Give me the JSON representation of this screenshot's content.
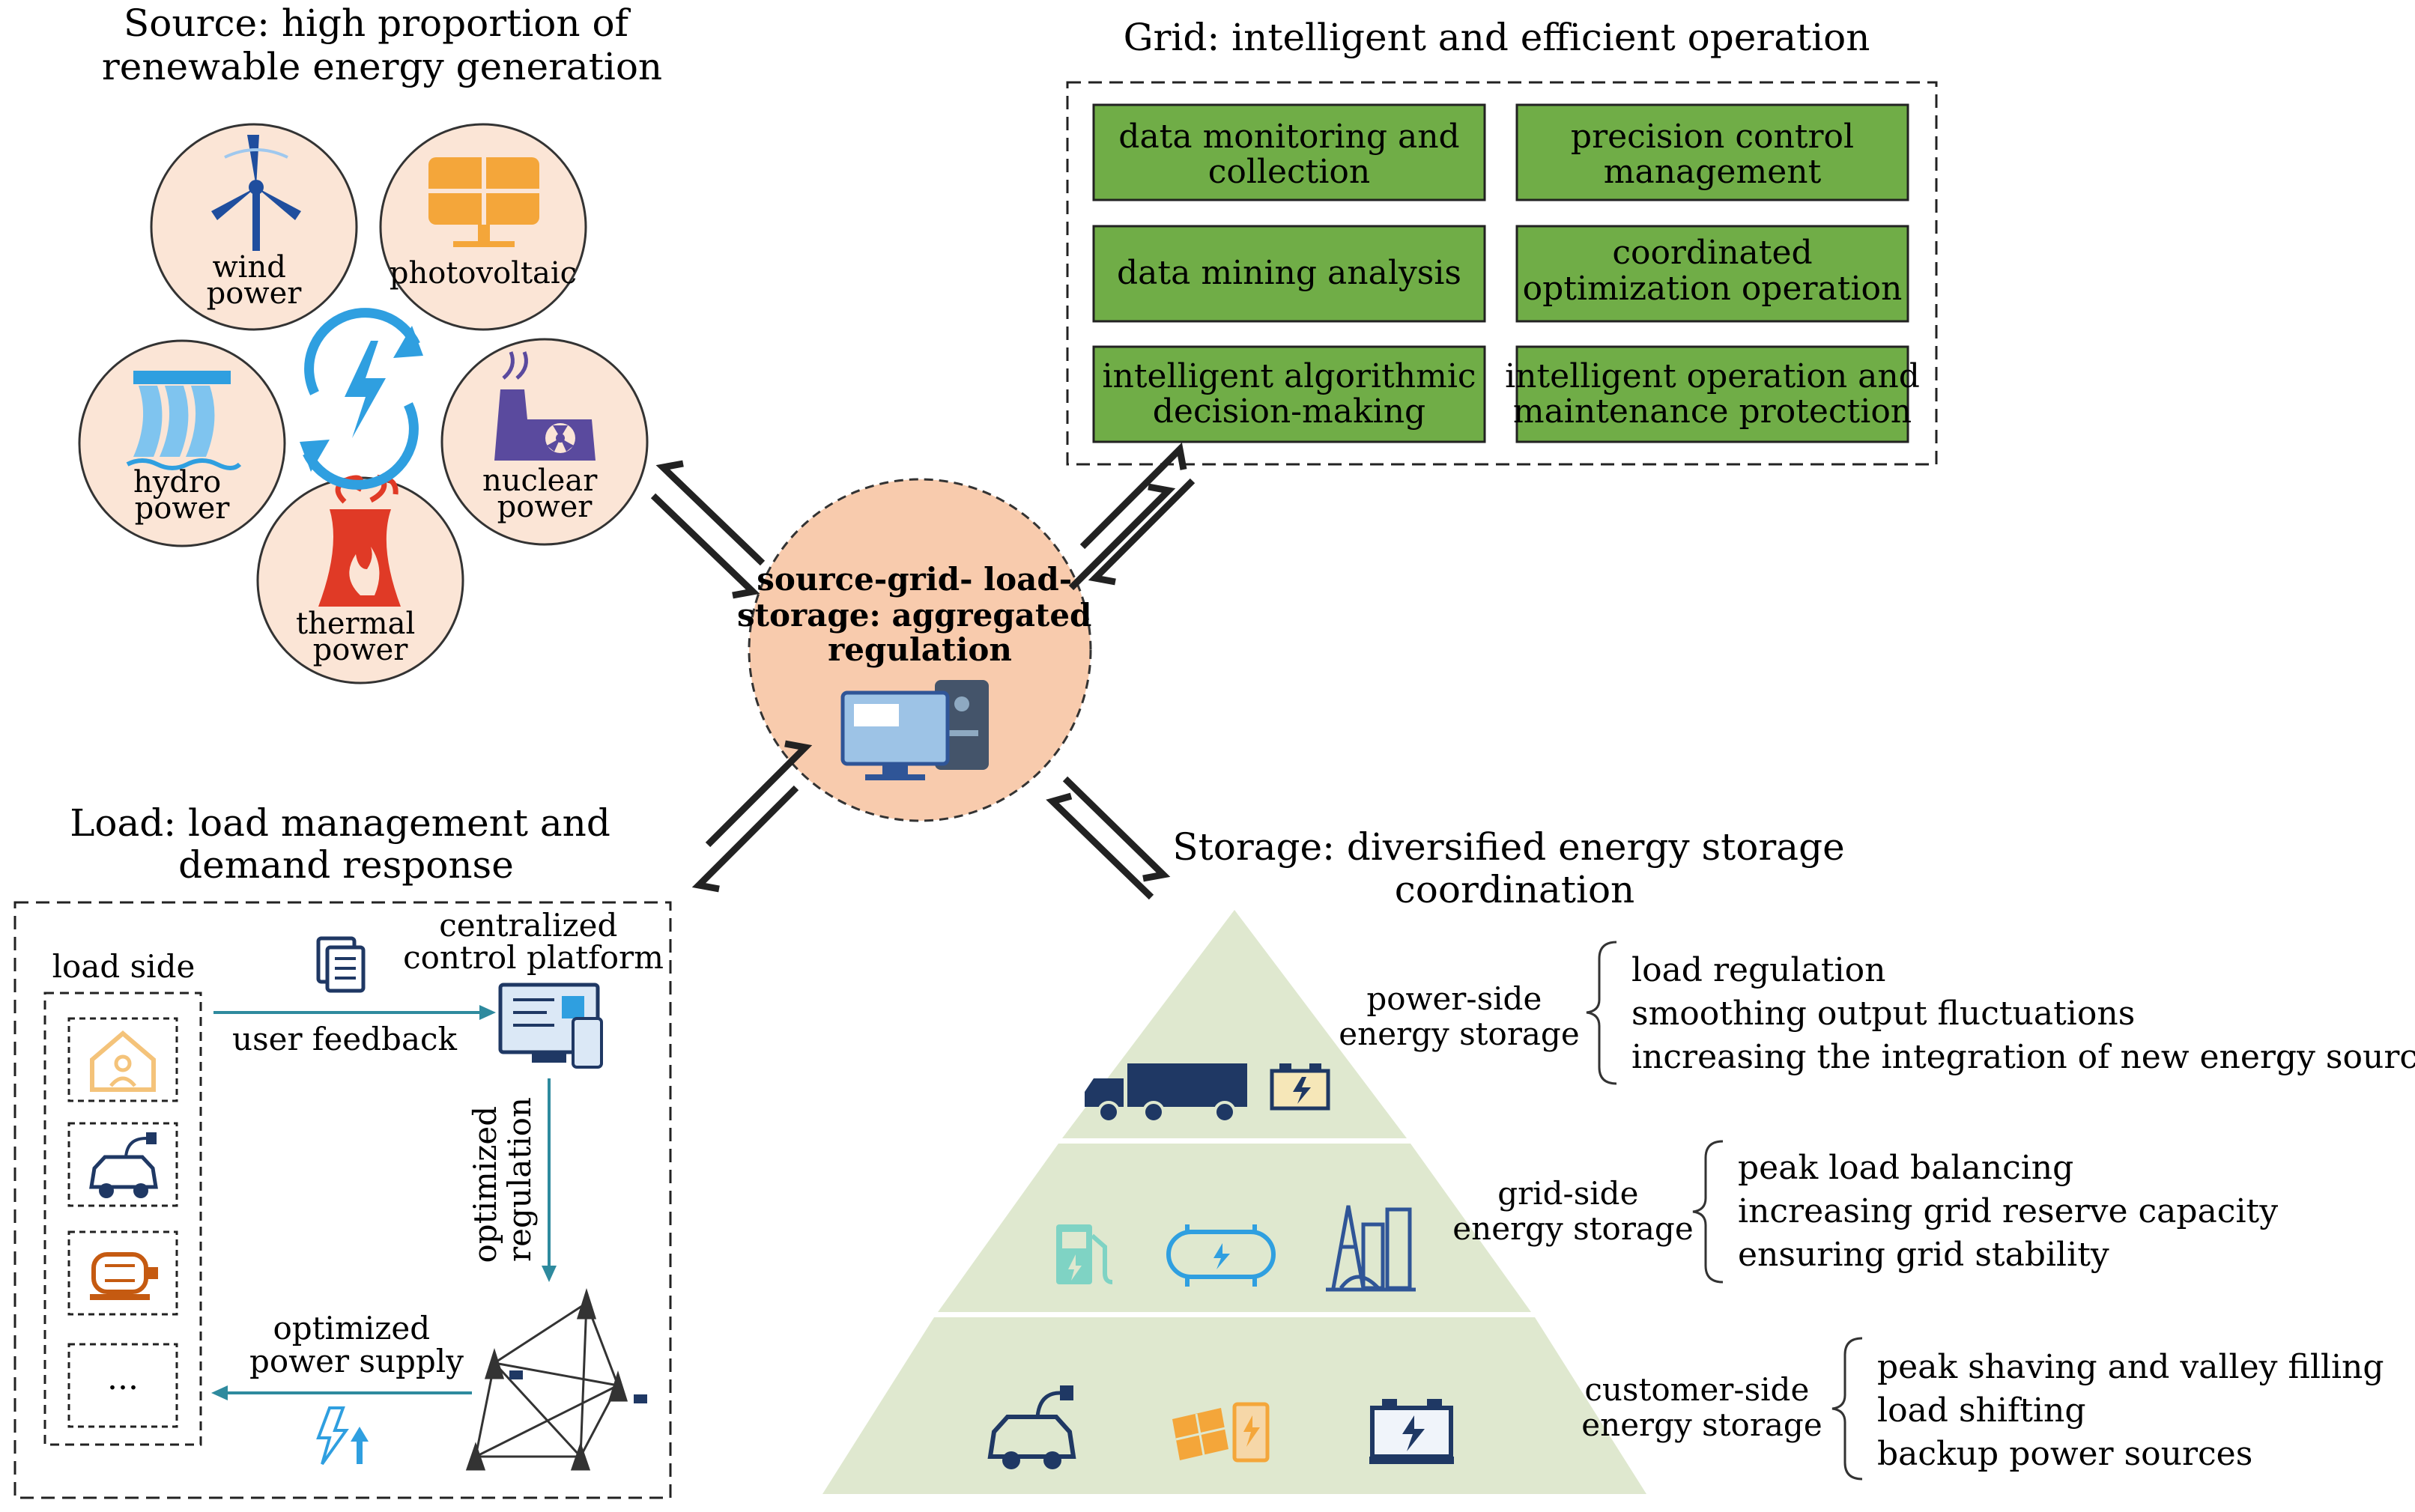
{
  "source": {
    "title": [
      "Source: high proportion of",
      "renewable energy generation"
    ],
    "items": {
      "wind": [
        "wind",
        "power"
      ],
      "photovoltaic": [
        "photovoltaic"
      ],
      "hydro": [
        "hydro",
        "power"
      ],
      "nuclear": [
        "nuclear",
        "power"
      ],
      "thermal": [
        "thermal",
        "power"
      ]
    }
  },
  "grid": {
    "title": "Grid: intelligent and efficient operation",
    "boxes": [
      [
        "data monitoring and",
        "collection"
      ],
      [
        "precision control",
        "management"
      ],
      [
        "data mining analysis"
      ],
      [
        "coordinated",
        "optimization operation"
      ],
      [
        "intelligent algorithmic",
        "decision-making"
      ],
      [
        "intelligent operation and",
        "maintenance protection"
      ]
    ]
  },
  "center": {
    "label": [
      "source-grid- load-",
      "storage: aggregated",
      "regulation"
    ]
  },
  "load": {
    "title": [
      "Load: load management and",
      "demand response"
    ],
    "side_label": "load side",
    "platform_label": [
      "centralized",
      "control platform"
    ],
    "feedback_label": "user feedback",
    "regulation_label": [
      "optimized",
      "regulation"
    ],
    "supply_label": [
      "optimized",
      "power supply"
    ],
    "ellipsis": "..."
  },
  "storage": {
    "title": [
      "Storage: diversified energy storage",
      "coordination"
    ],
    "tiers": [
      {
        "label": [
          "power-side",
          "energy storage"
        ],
        "roles": [
          "load regulation",
          "smoothing output fluctuations",
          "increasing the integration of new energy sources"
        ]
      },
      {
        "label": [
          "grid-side",
          "energy storage"
        ],
        "roles": [
          "peak load balancing",
          "increasing grid reserve capacity",
          "ensuring grid stability"
        ]
      },
      {
        "label": [
          "customer-side",
          "energy storage"
        ],
        "roles": [
          "peak shaving and valley filling",
          "load shifting",
          "backup power sources"
        ]
      }
    ]
  },
  "colors": {
    "circle_fill": "#fbe5d6",
    "center_fill": "#f8cbad",
    "grid_box_fill": "#70ad47",
    "pyramid_fill": "#dfe8cf",
    "arrow_teal": "#2e8a9e",
    "icon_blue": "#1f4e9e",
    "icon_light_blue": "#2f9fe0",
    "icon_orange": "#f4a63a",
    "icon_red": "#e03a26",
    "icon_purple": "#5a4a9e"
  },
  "icons": [
    "wind-turbine-icon",
    "solar-panel-icon",
    "hydro-dam-icon",
    "nuclear-plant-icon",
    "thermal-plant-icon",
    "cycle-lightning-icon",
    "computer-server-icon",
    "document-icon",
    "workstation-icon",
    "house-icon",
    "ev-icon",
    "motor-icon",
    "transmission-tower-icon",
    "power-arrow-icon",
    "truck-icon",
    "battery-icon",
    "charging-station-icon",
    "tank-icon",
    "refinery-icon"
  ]
}
